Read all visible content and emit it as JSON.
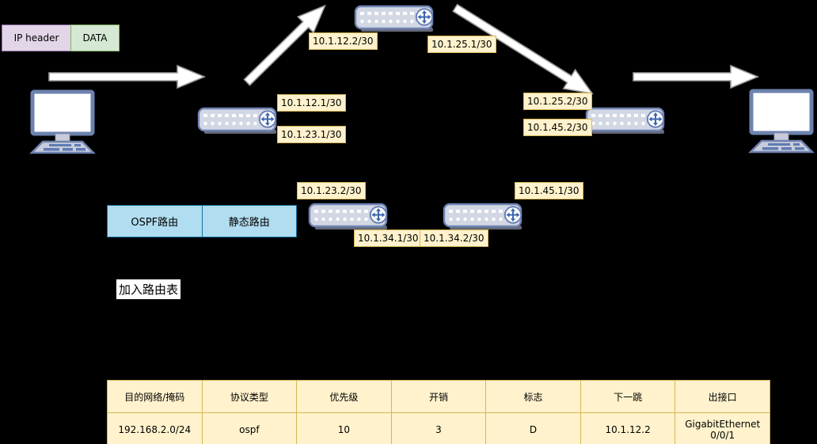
{
  "packet": {
    "header": "IP header",
    "data": "DATA"
  },
  "ip_labels": [
    "10.1.12.2/30",
    "10.1.25.1/30",
    "10.1.12.1/30",
    "10.1.23.1/30",
    "10.1.25.2/30",
    "10.1.45.2/30",
    "10.1.23.2/30",
    "10.1.45.1/30",
    "10.1.34.1/30",
    "10.1.34.2/30"
  ],
  "route_types": {
    "ospf": "OSPF路由",
    "static": "静态路由"
  },
  "note": "加入路由表",
  "table": {
    "headers": [
      "目的网络/掩码",
      "协议类型",
      "优先级",
      "开销",
      "标志",
      "下一跳",
      "出接口"
    ],
    "row": [
      "192.168.2.0/24",
      "ospf",
      "10",
      "3",
      "D",
      "10.1.12.2",
      "GigabitEthernet 0/0/1"
    ]
  },
  "icons": {
    "router": "router-icon (rack device with crossed-arrows badge)",
    "computer": "computer-icon (monitor with keyboard)",
    "arrow": "flow-arrow (thick white arrow)"
  },
  "colors": {
    "background": "#000000",
    "tag_fill": "#FFF2CC",
    "tag_border": "#D6B656",
    "packet_header_fill": "#E1D5E7",
    "packet_header_border": "#9673A6",
    "packet_data_fill": "#D5E8D4",
    "packet_data_border": "#82B366",
    "route_box_fill": "#B1DDF0",
    "route_box_border": "#10739E",
    "table_fill": "#FFF2CC",
    "table_border": "#D6B656",
    "router_fill": "#D2D7E4",
    "router_border": "#7084B4",
    "router_glyph": "#3E66AE",
    "arrow_fill": "#FFFFFF",
    "arrow_border": "#9E9E9E"
  }
}
